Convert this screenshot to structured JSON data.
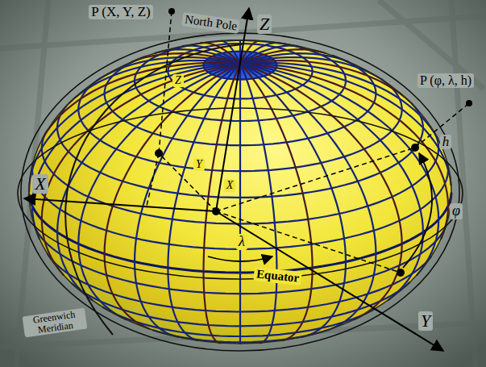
{
  "diagram": {
    "labels": [
      "P (X, Y, Z)",
      "North Pole",
      "Z",
      "P (φ, λ, h)",
      "h",
      "Z",
      "X",
      "Y",
      "X",
      "φ",
      "λ",
      "Equator",
      "Greenwich Meridian",
      "Y"
    ]
  }
}
